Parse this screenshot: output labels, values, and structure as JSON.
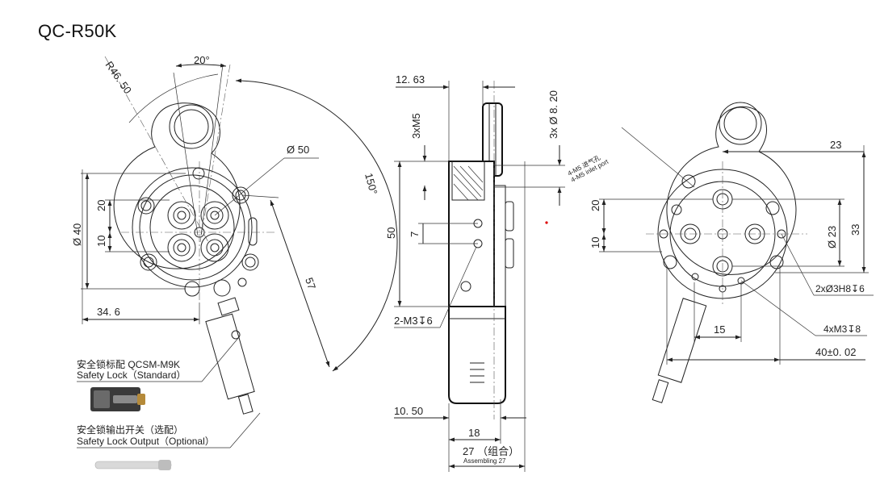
{
  "title": "QC-R50K",
  "front_view": {
    "radius": "R46. 50",
    "angle_top": "20°",
    "angle_arc": "150°",
    "diameter_50": "Ø 50",
    "diameter_40": "Ø 40",
    "dim_20": "20",
    "dim_10": "10",
    "dim_57": "57",
    "dim_34_6": "34. 6"
  },
  "side_view": {
    "dim_12_63": "12. 63",
    "thread_3xM5": "3xM5",
    "hole_3x8_20": "3x Ø 8. 20",
    "dim_7": "7",
    "dim_50": "50",
    "thread_2_m3": "2-M3",
    "depth_6": "6",
    "dim_10_50": "10. 50",
    "dim_18": "18",
    "dim_27": "27 （组合）",
    "assembling": "Assembling 27"
  },
  "back_view": {
    "inlet_cn": "4-M5 进气孔",
    "inlet_en": "4-M5 inlet port",
    "dim_23": "23",
    "dim_20": "20",
    "dim_10": "10",
    "diameter_23": "Ø 23",
    "dim_33": "33",
    "hole_2x": "2xØ3H8",
    "hole_2x_depth": "6",
    "thread_4x": "4xM3",
    "thread_4x_depth": "8",
    "dim_15": "15",
    "dim_40": "40±0. 02"
  },
  "legend": {
    "lock_cn": "安全锁标配 QCSM-M9K",
    "lock_en": "Safety Lock（Standard）",
    "output_cn": "安全锁输出开关（选配）",
    "output_en": "Safety Lock Output（Optional）"
  }
}
